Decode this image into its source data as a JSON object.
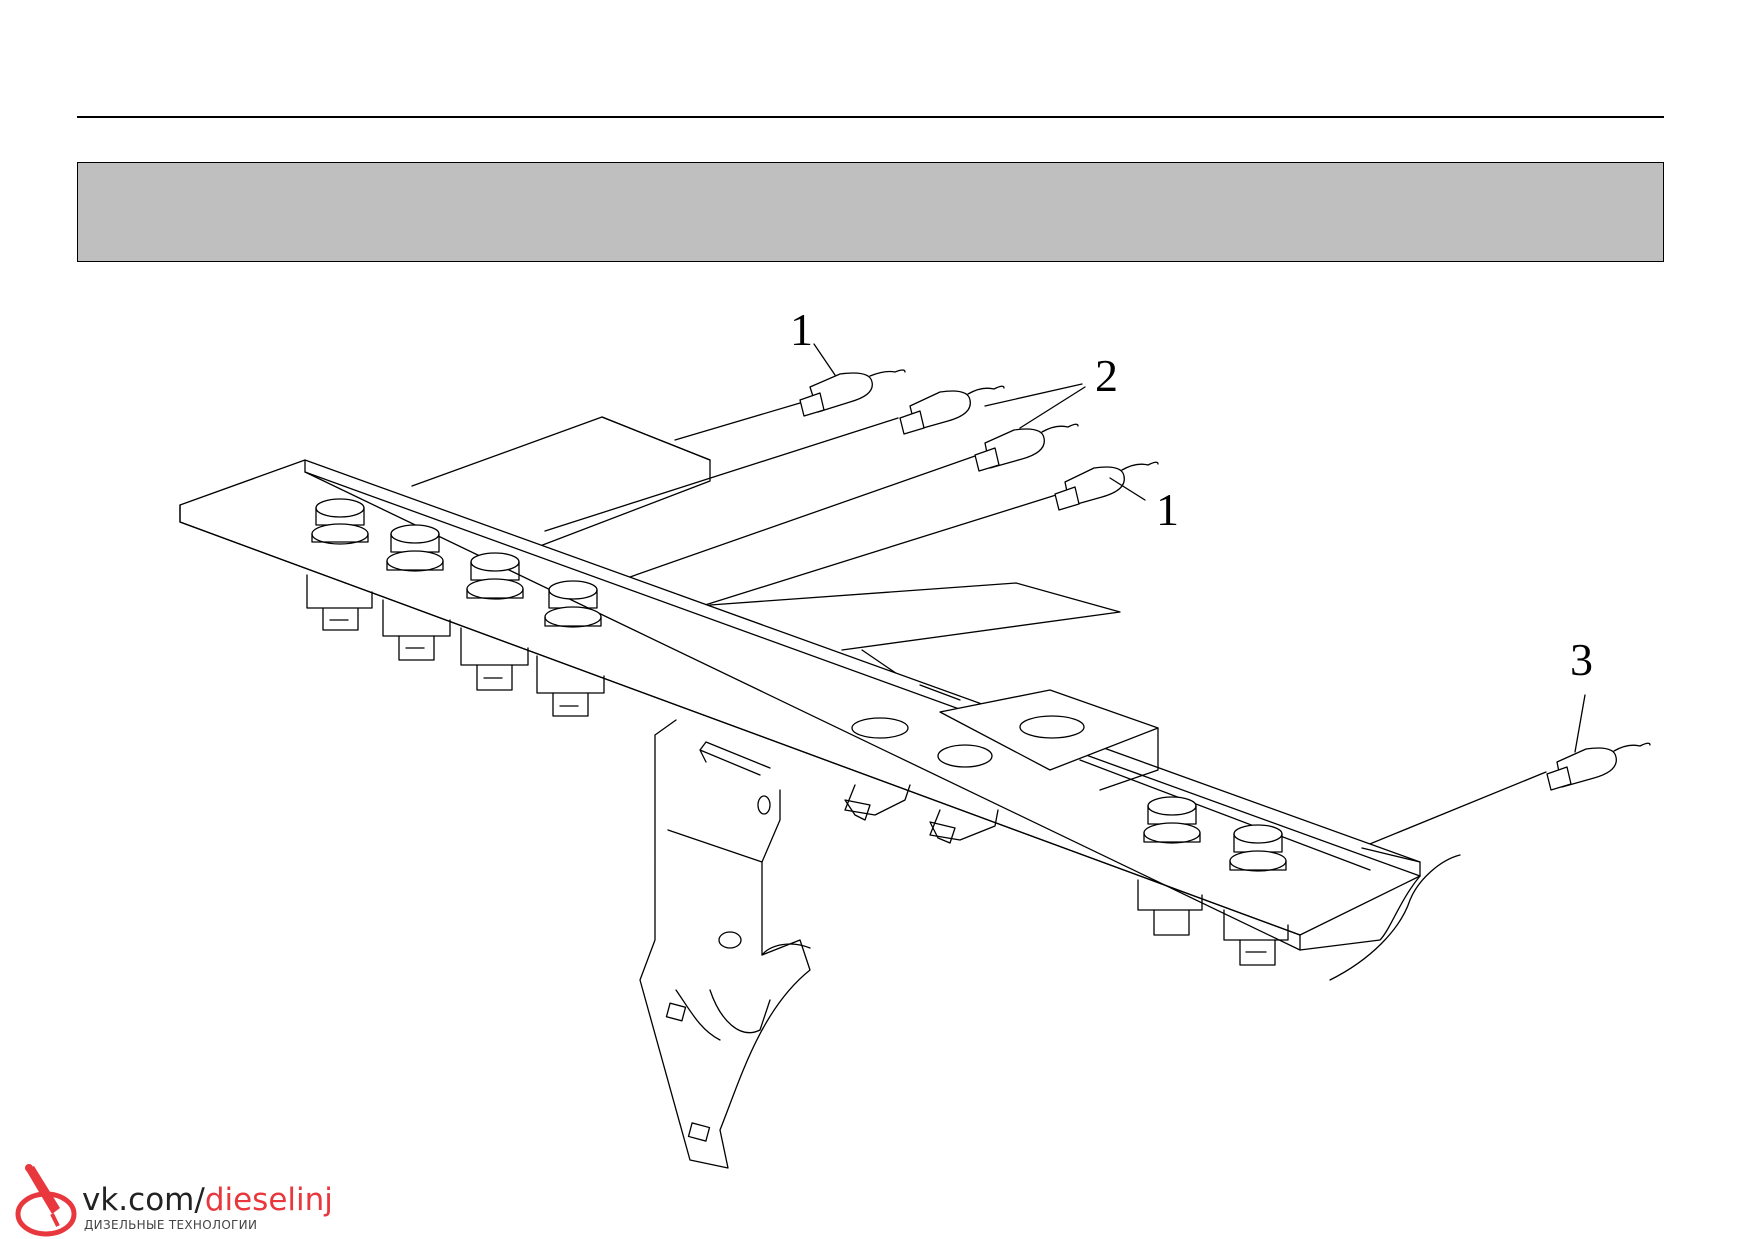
{
  "header": {
    "banner_text": ""
  },
  "callouts": {
    "label_1_top": "1",
    "label_2": "2",
    "label_1_right": "1",
    "label_3": "3"
  },
  "watermark": {
    "domain": "vk.com/",
    "handle": "dieselinj",
    "subtitle": "ДИЗЕЛЬНЫЕ ТЕХНОЛОГИИ"
  },
  "colors": {
    "banner_fill": "#bfbfbf",
    "line": "#000000",
    "brand": "#e8383d"
  }
}
